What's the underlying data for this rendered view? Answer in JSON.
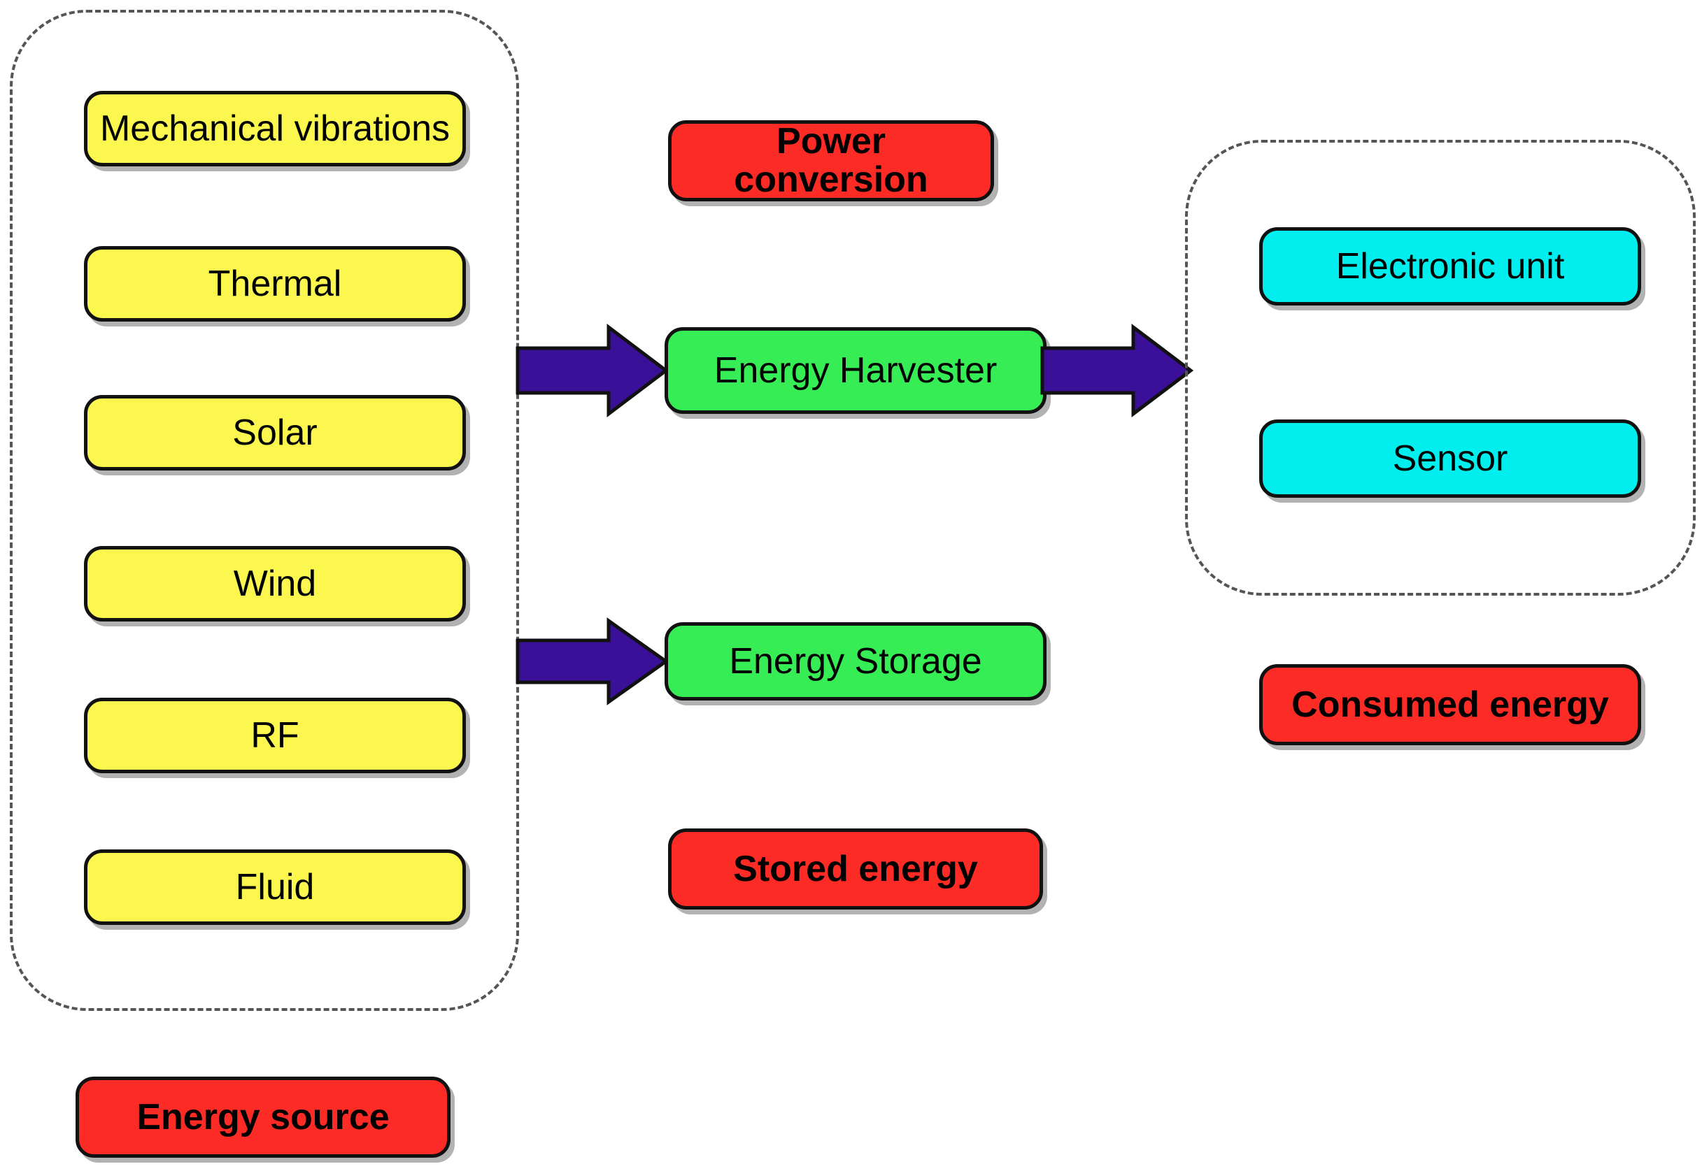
{
  "diagram": {
    "title": "Energy harvesting system block diagram",
    "colors": {
      "source_fill": "#FCF74F",
      "harvester_fill": "#36ED55",
      "sink_fill": "#00EEEE",
      "legend_fill": "#FD2B25",
      "arrow_fill": "#3B1098",
      "outline": "#111111",
      "group_dash": "#555555",
      "background": "#FFFFFF"
    },
    "groups": {
      "energy_source_group": {
        "label": "Energy source group (dashed)"
      },
      "load_group": {
        "label": "Load group (dashed)"
      }
    },
    "energy_sources": [
      {
        "label": "Mechanical vibrations"
      },
      {
        "label": "Thermal"
      },
      {
        "label": "Solar"
      },
      {
        "label": "Wind"
      },
      {
        "label": "RF"
      },
      {
        "label": "Fluid"
      }
    ],
    "middle_nodes": [
      {
        "label": "Energy Harvester"
      },
      {
        "label": "Energy Storage"
      }
    ],
    "load_nodes": [
      {
        "label": "Electronic unit"
      },
      {
        "label": "Sensor"
      }
    ],
    "legend": [
      {
        "label": "Power conversion"
      },
      {
        "label": "Stored energy"
      },
      {
        "label": "Energy source"
      },
      {
        "label": "Consumed energy"
      }
    ],
    "arrows": [
      {
        "name": "source-to-harvester",
        "direction": "right"
      },
      {
        "name": "harvester-to-load",
        "direction": "right"
      },
      {
        "name": "source-to-storage",
        "direction": "right"
      }
    ]
  }
}
